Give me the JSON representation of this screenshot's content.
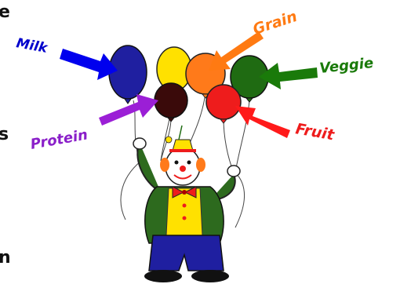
{
  "labels": {
    "milk": "Milk",
    "grain": "Grain",
    "veggie": "Veggie",
    "protein": "Protein",
    "fruit": "Fruit"
  },
  "edge_fragments": [
    "e",
    "s",
    "n"
  ],
  "colors": {
    "milk": "#1f1fa0",
    "grain": "#ff7a1a",
    "veggie": "#1f6b12",
    "protein": "#8a1fc9",
    "fruit": "#ee1c1c",
    "milk_arrow": "#0000ee",
    "grain_arrow": "#ff7a12",
    "veggie_arrow": "#1a7a0a",
    "protein_arrow": "#9b1fd6",
    "fruit_arrow": "#ff1a1a",
    "yellow_balloon": "#ffe100",
    "dark_balloon": "#3a0a0a"
  },
  "illustration": {
    "subject": "clown holding balloons",
    "icon": "clown-icon"
  }
}
